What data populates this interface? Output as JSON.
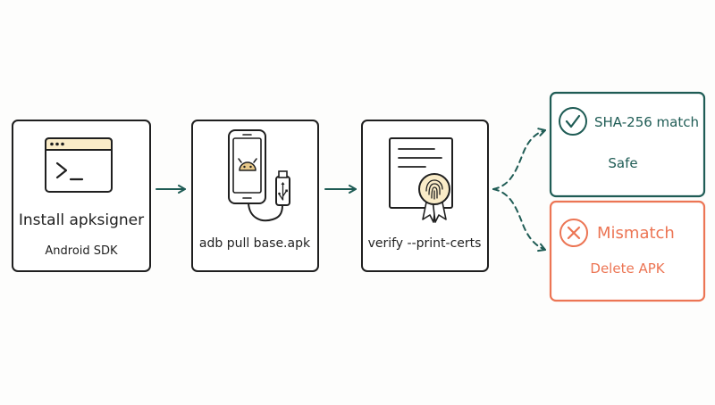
{
  "steps": [
    {
      "title": "Install apksigner",
      "subtitle": "Android SDK",
      "icon": "terminal-window-icon"
    },
    {
      "title": "adb pull base.apk",
      "icon": "phone-usb-icon"
    },
    {
      "title": "verify --print-certs",
      "icon": "certificate-icon"
    }
  ],
  "outcomes": {
    "match": {
      "title": "SHA-256 match",
      "result": "Safe",
      "icon": "check-circle-icon",
      "color": "#1f5c55"
    },
    "mismatch": {
      "title": "Mismatch",
      "result": "Delete APK",
      "icon": "x-circle-icon",
      "color": "#ec7554"
    }
  },
  "colors": {
    "box_stroke": "#1f1f1f",
    "arrow": "#1f5c55",
    "accent_fill": "#faecc8",
    "android_fill": "#e7c889",
    "background": "#fdfdfc"
  }
}
